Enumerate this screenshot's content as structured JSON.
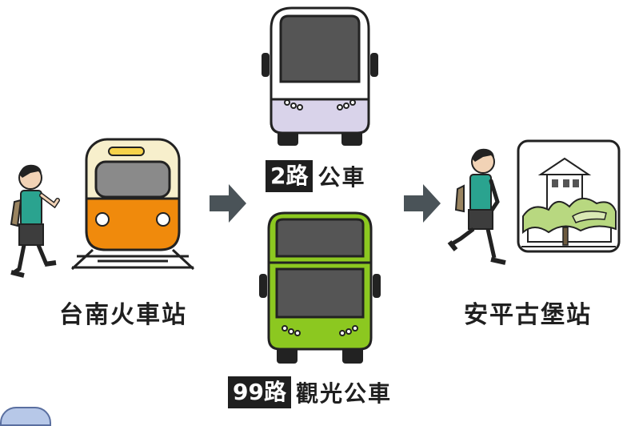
{
  "origin": {
    "label": "台南火車站",
    "icon": "train-icon"
  },
  "destination": {
    "label": "安平古堡站",
    "icon": "fort-icon"
  },
  "routes": [
    {
      "number": "2路",
      "name": "公車",
      "icon": "bus-icon"
    },
    {
      "number": "99路",
      "name": "觀光公車",
      "icon": "double-decker-bus-icon"
    }
  ],
  "colors": {
    "train_orange": "#f08a0c",
    "train_cream": "#f7efcc",
    "bus_lavender": "#d9d3ea",
    "bus_green": "#8cc820",
    "arrow": "#4a5358",
    "badge": "#1f1f1f"
  }
}
